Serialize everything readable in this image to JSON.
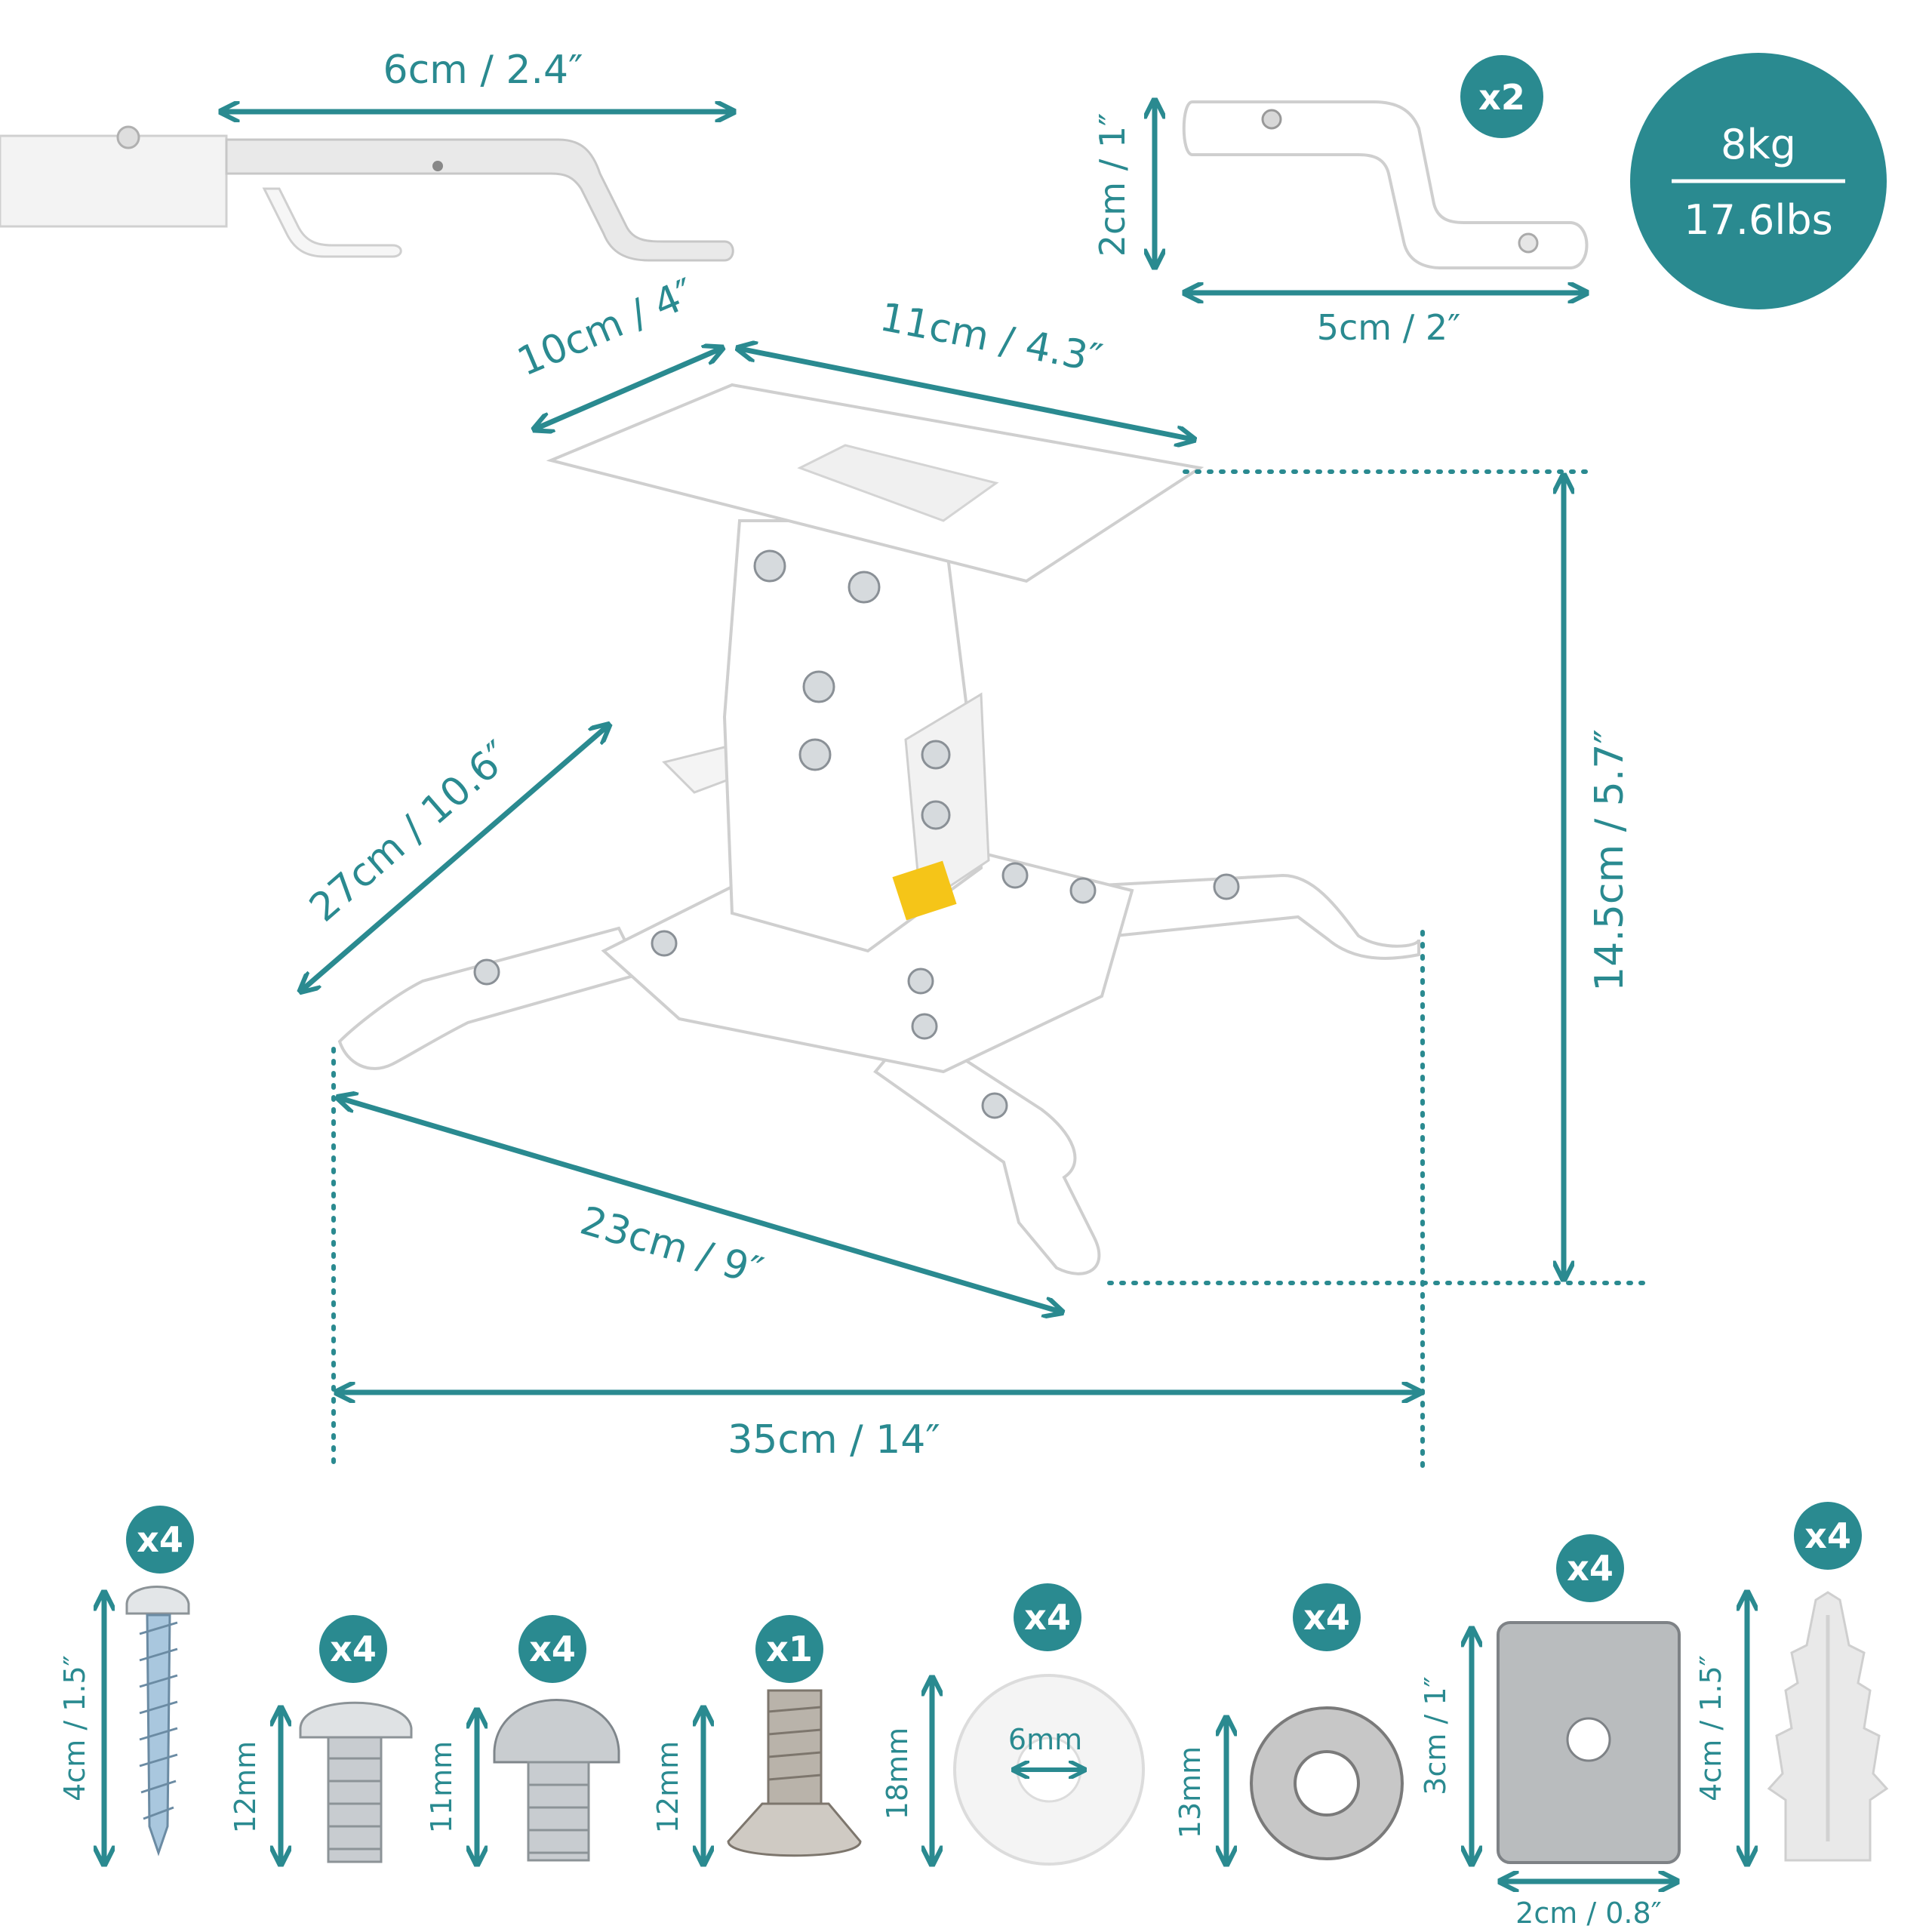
{
  "colors": {
    "accent": "#2a8a90",
    "part_fill": "#ffffff",
    "part_stroke": "#c9c9c9",
    "metal": "#b8bcbf"
  },
  "top_bar": {
    "dimension": "6cm / 2.4″"
  },
  "bracket": {
    "count": "x2",
    "height": "2cm / 1″",
    "width": "5cm / 2″"
  },
  "weight": {
    "kg": "8kg",
    "lbs": "17.6lbs"
  },
  "mount": {
    "plate_depth": "10cm / 4″",
    "plate_width": "11cm / 4.3″",
    "height": "14.5cm / 5.7″",
    "diagonal_span": "27cm / 10.6″",
    "arm_span": "23cm / 9″",
    "total_width": "35cm / 14″"
  },
  "hardware": [
    {
      "name": "wood-screw",
      "count": "x4",
      "size": "4cm / 1.5″"
    },
    {
      "name": "m4-bolt",
      "count": "x4",
      "size": "12mm"
    },
    {
      "name": "m5-bolt",
      "count": "x4",
      "size": "11mm"
    },
    {
      "name": "countersunk-screw",
      "count": "x1",
      "size": "12mm"
    },
    {
      "name": "plastic-washer",
      "count": "x4",
      "size": "18mm",
      "hole": "6mm"
    },
    {
      "name": "metal-washer",
      "count": "x4",
      "size": "13mm"
    },
    {
      "name": "square-plate",
      "count": "x4",
      "height": "3cm / 1″",
      "width": "2cm / 0.8″"
    },
    {
      "name": "wall-plug",
      "count": "x4",
      "size": "4cm / 1.5″"
    }
  ]
}
